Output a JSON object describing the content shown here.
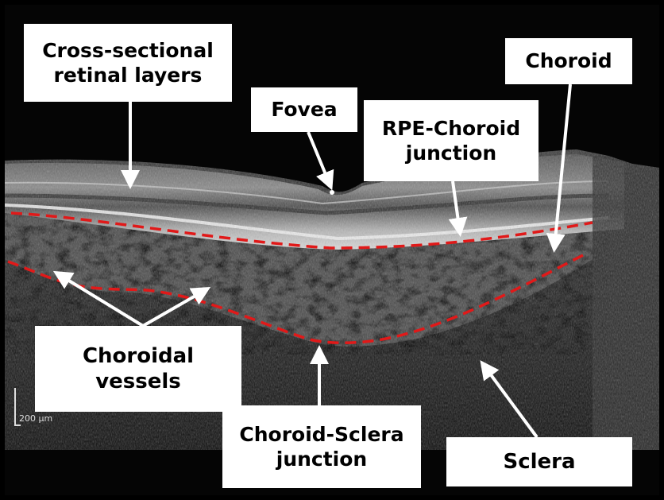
{
  "labels": {
    "retinal_layers": "Cross-sectional\nretinal layers",
    "fovea": "Fovea",
    "rpe_choroid": "RPE-Choroid\njunction",
    "choroid": "Choroid",
    "choroidal_vessels": "Choroidal\nvessels",
    "choroid_sclera": "Choroid-Sclera\njunction",
    "sclera": "Sclera"
  },
  "scale_bar": {
    "text": "200 µm"
  },
  "colors": {
    "boundary_line": "#e11919",
    "label_bg": "#ffffff",
    "arrow": "#ffffff",
    "background": "#000000"
  }
}
